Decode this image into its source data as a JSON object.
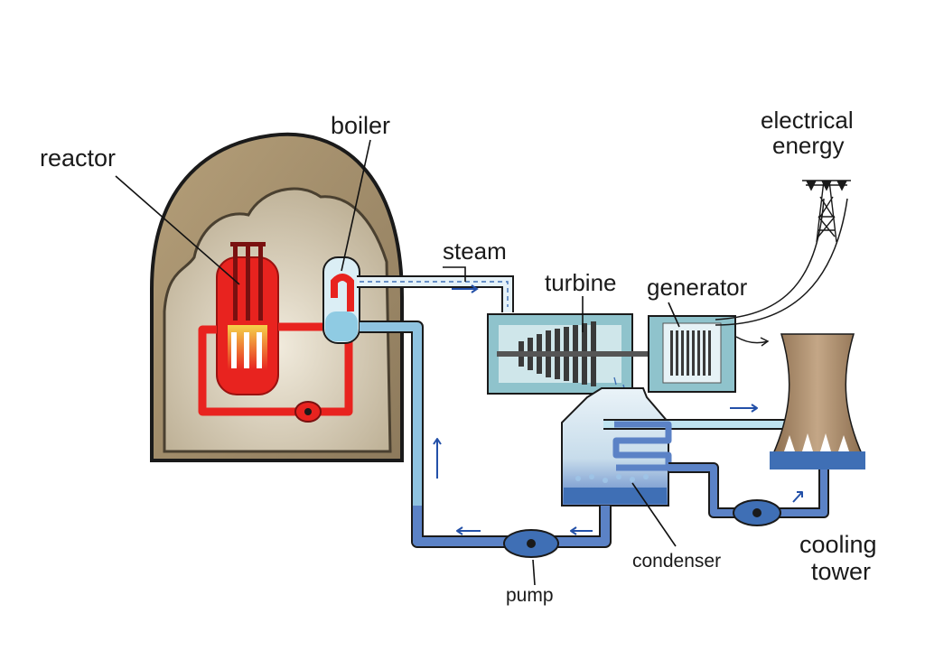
{
  "labels": {
    "reactor": "reactor",
    "boiler": "boiler",
    "steam": "steam",
    "turbine": "turbine",
    "generator": "generator",
    "electrical_line1": "electrical",
    "electrical_line2": "energy",
    "condenser": "condenser",
    "pump": "pump",
    "cooling_line1": "cooling",
    "cooling_line2": "tower"
  },
  "colors": {
    "dome": "#a89270",
    "dome_inner": "#c9bba0",
    "reactor_red": "#e8231f",
    "core_orange": "#f5a623",
    "water_light": "#bfe3f0",
    "water_blue": "#3f6fb5",
    "pipe_blue": "#5b82c6",
    "arrow_blue": "#2350a8",
    "turbine_teal": "#7fb7c2",
    "tower": "#a88a68"
  }
}
